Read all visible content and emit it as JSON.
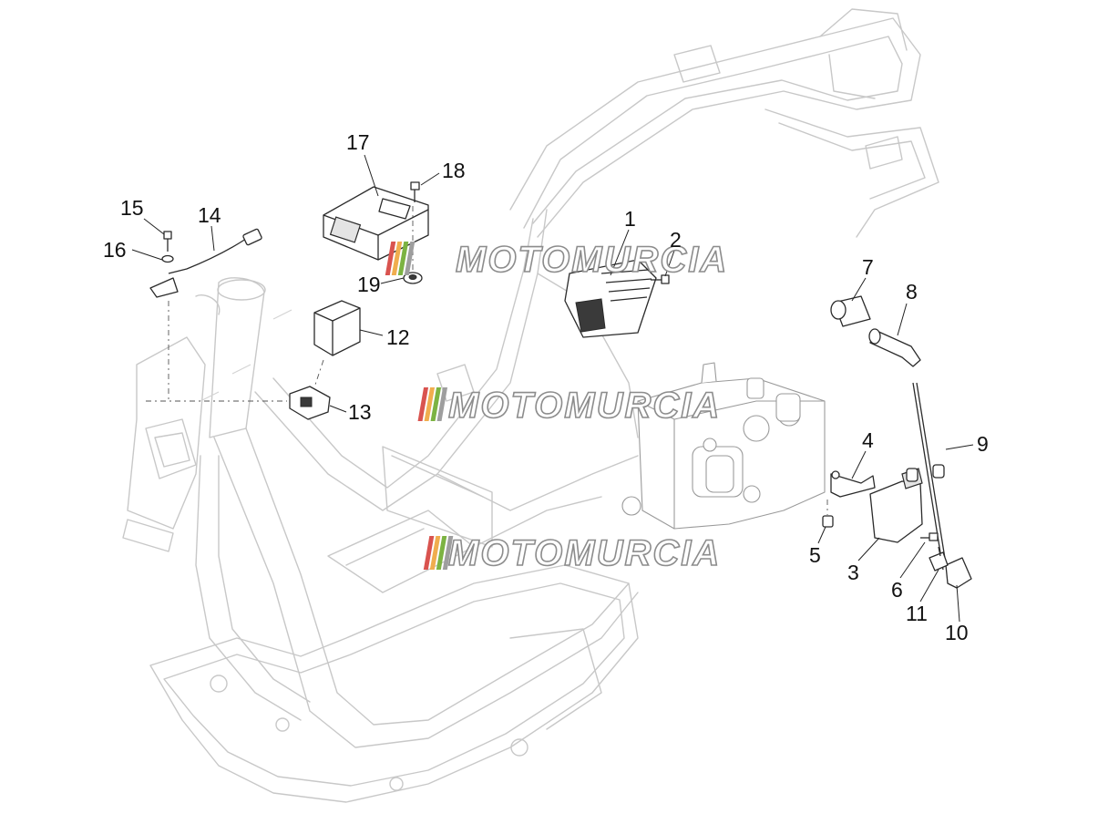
{
  "watermark": {
    "brand": "MOTOMURCIA",
    "stripe_colors": [
      "#d9534f",
      "#f0ad4e",
      "#7cb342",
      "#9e9e9e"
    ]
  },
  "callouts": [
    {
      "id": "c1",
      "label": "1"
    },
    {
      "id": "c2",
      "label": "2"
    },
    {
      "id": "c3",
      "label": "3"
    },
    {
      "id": "c4",
      "label": "4"
    },
    {
      "id": "c5",
      "label": "5"
    },
    {
      "id": "c6",
      "label": "6"
    },
    {
      "id": "c7",
      "label": "7"
    },
    {
      "id": "c8",
      "label": "8"
    },
    {
      "id": "c9",
      "label": "9"
    },
    {
      "id": "c10",
      "label": "10"
    },
    {
      "id": "c11",
      "label": "11"
    },
    {
      "id": "c12",
      "label": "12"
    },
    {
      "id": "c13",
      "label": "13"
    },
    {
      "id": "c14",
      "label": "14"
    },
    {
      "id": "c15",
      "label": "15"
    },
    {
      "id": "c16",
      "label": "16"
    },
    {
      "id": "c17",
      "label": "17"
    },
    {
      "id": "c18",
      "label": "18"
    },
    {
      "id": "c19",
      "label": "19"
    }
  ],
  "colors": {
    "frame_outline": "#c8c8c8",
    "part_outline": "#2b2b2b",
    "callout_text": "#111111"
  }
}
